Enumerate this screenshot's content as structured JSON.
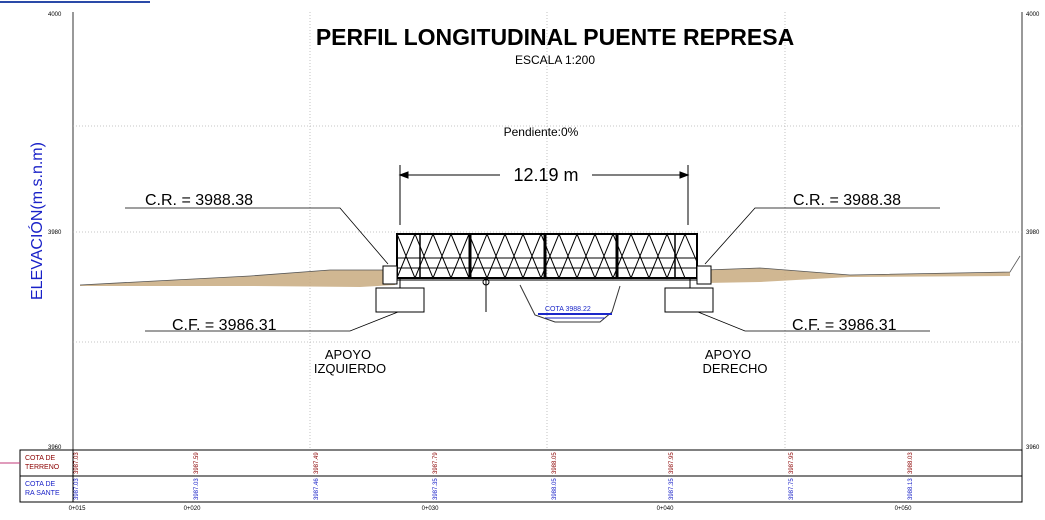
{
  "title": "PERFIL LONGITUDINAL PUENTE REPRESA",
  "scale": "ESCALA 1:200",
  "slope": "Pendiente:0%",
  "span": "12.19 m",
  "y_axis_label": "ELEVACIÓN(m.s.n.m)",
  "elevation_ticks": [
    "4000",
    "3980",
    "3960"
  ],
  "elevation_ticks_right": [
    "4000",
    "3980",
    "3960"
  ],
  "cr_left": "C.R. = 3988.38",
  "cr_right": "C.R. = 3988.38",
  "cf_left": "C.F. = 3986.31",
  "cf_right": "C.F. = 3986.31",
  "support_left": [
    "APOYO",
    "IZQUIERDO"
  ],
  "support_right": [
    "APOYO",
    "DERECHO"
  ],
  "water_level": "COTA 3988.22",
  "table": {
    "row1_label": [
      "COTA DE",
      "TERRENO"
    ],
    "row2_label": [
      "COTA DE",
      "RA SANTE"
    ],
    "terreno_values": [
      "3987.03",
      "3987.59",
      "3987.49",
      "3987.79",
      "3988.05",
      "3987.95",
      "3987.95",
      "3988.03"
    ],
    "rasante_values": [
      "3987.03",
      "3987.03",
      "3987.46",
      "3987.35",
      "3988.05",
      "3987.35",
      "3987.75",
      "3988.13"
    ]
  },
  "stations": [
    "0+015",
    "0+020",
    "0+030",
    "0+040",
    "0+050"
  ],
  "colors": {
    "terrain_fill": "#c8aa7f",
    "structure": "#000000",
    "label_blue": "#1a22c8",
    "label_red": "#8b0000",
    "grid": "#b4b4b4",
    "water": "#1b27c9"
  }
}
